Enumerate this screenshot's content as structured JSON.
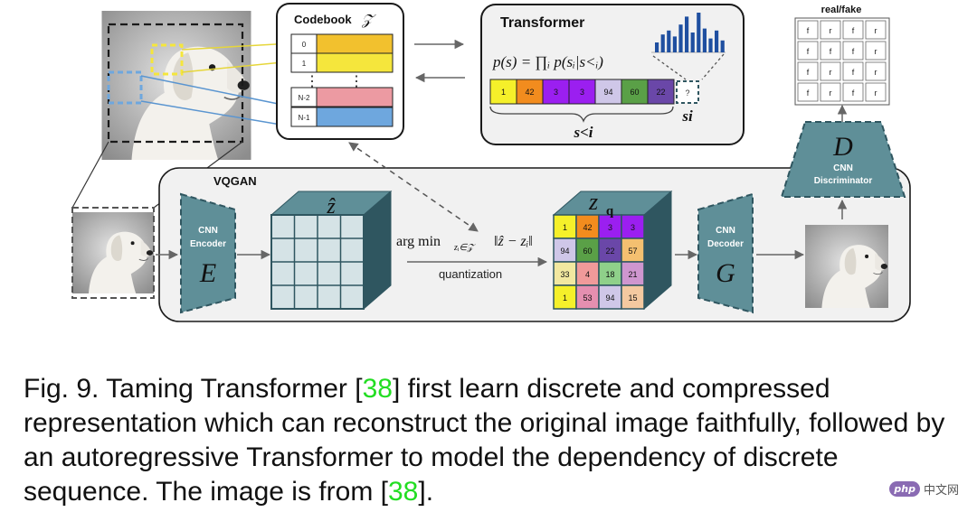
{
  "figure": {
    "codebook": {
      "title": "Codebook",
      "title_symbol": "𝒵",
      "rows": [
        {
          "index": "0",
          "color": "#f2c12e"
        },
        {
          "index": "1",
          "color": "#f5e63c"
        },
        {
          "index": "N-2",
          "color": "#ec9aa2"
        },
        {
          "index": "N-1",
          "color": "#6ea7de"
        }
      ]
    },
    "transformer": {
      "title": "Transformer",
      "formula": "p(s) = ∏ᵢ p(sᵢ|s<ᵢ)",
      "tokens": [
        {
          "value": "1",
          "color": "#f5f02a"
        },
        {
          "value": "42",
          "color": "#f28c1e"
        },
        {
          "value": "3",
          "color": "#9b1ff0"
        },
        {
          "value": "3",
          "color": "#9b1ff0"
        },
        {
          "value": "94",
          "color": "#cfc7e8"
        },
        {
          "value": "60",
          "color": "#5aa047"
        },
        {
          "value": "22",
          "color": "#6a47a8"
        }
      ],
      "next_token": "?",
      "s_lt_i_label": "s<i",
      "s_i_label": "si",
      "histogram": [
        0.25,
        0.45,
        0.55,
        0.4,
        0.7,
        0.9,
        0.5,
        1.0,
        0.6,
        0.35,
        0.55,
        0.3
      ]
    },
    "discriminator": {
      "title": "real/fake",
      "grid": [
        [
          "f",
          "r",
          "f",
          "r"
        ],
        [
          "f",
          "f",
          "f",
          "r"
        ],
        [
          "f",
          "r",
          "f",
          "r"
        ],
        [
          "f",
          "r",
          "f",
          "r"
        ]
      ],
      "letter": "D",
      "label_line1": "CNN",
      "label_line2": "Discriminator"
    },
    "vqgan": {
      "title": "VQGAN",
      "encoder": {
        "line1": "CNN",
        "line2": "Encoder",
        "letter": "E"
      },
      "decoder": {
        "line1": "CNN",
        "line2": "Decoder",
        "letter": "G"
      },
      "z_hat_label": "ẑ",
      "argmin_label": "arg min",
      "argmin_sub": "zᵢ∈𝒵",
      "argmin_expr": "‖ẑ − zᵢ‖",
      "quantization_label": "quantization",
      "zq_label": "z",
      "zq_sub": "q",
      "zq_grid": [
        [
          {
            "v": "1",
            "c": "#f5f02a"
          },
          {
            "v": "42",
            "c": "#f28c1e"
          },
          {
            "v": "3",
            "c": "#9b1ff0"
          },
          {
            "v": "3",
            "c": "#9b1ff0"
          }
        ],
        [
          {
            "v": "94",
            "c": "#cfc7e8"
          },
          {
            "v": "60",
            "c": "#5aa047"
          },
          {
            "v": "22",
            "c": "#6a47a8"
          },
          {
            "v": "57",
            "c": "#f4c070"
          }
        ],
        [
          {
            "v": "33",
            "c": "#f2e8a0"
          },
          {
            "v": "4",
            "c": "#f09a9a"
          },
          {
            "v": "18",
            "c": "#8fd08a"
          },
          {
            "v": "21",
            "c": "#cf96cf"
          }
        ],
        [
          {
            "v": "1",
            "c": "#f5f02a"
          },
          {
            "v": "53",
            "c": "#e58fb0"
          },
          {
            "v": "94",
            "c": "#cfc7e8"
          },
          {
            "v": "15",
            "c": "#f4c9a0"
          }
        ]
      ]
    },
    "colors": {
      "teal": "#5f8f98",
      "teal_dark": "#2f5660",
      "panel": "#f1f1f1",
      "caption_ref": "#22dd22"
    }
  },
  "caption": {
    "prefix": "Fig. 9.  Taming Transformer [",
    "ref1": "38",
    "middle": "] first learn discrete and compressed representation which can reconstruct the original image faithfully, followed by an autoregressive Transformer to model the dependency of discrete sequence. The image is from [",
    "ref2": "38",
    "suffix": "]."
  },
  "watermark": {
    "badge": "php",
    "text": "中文网"
  }
}
